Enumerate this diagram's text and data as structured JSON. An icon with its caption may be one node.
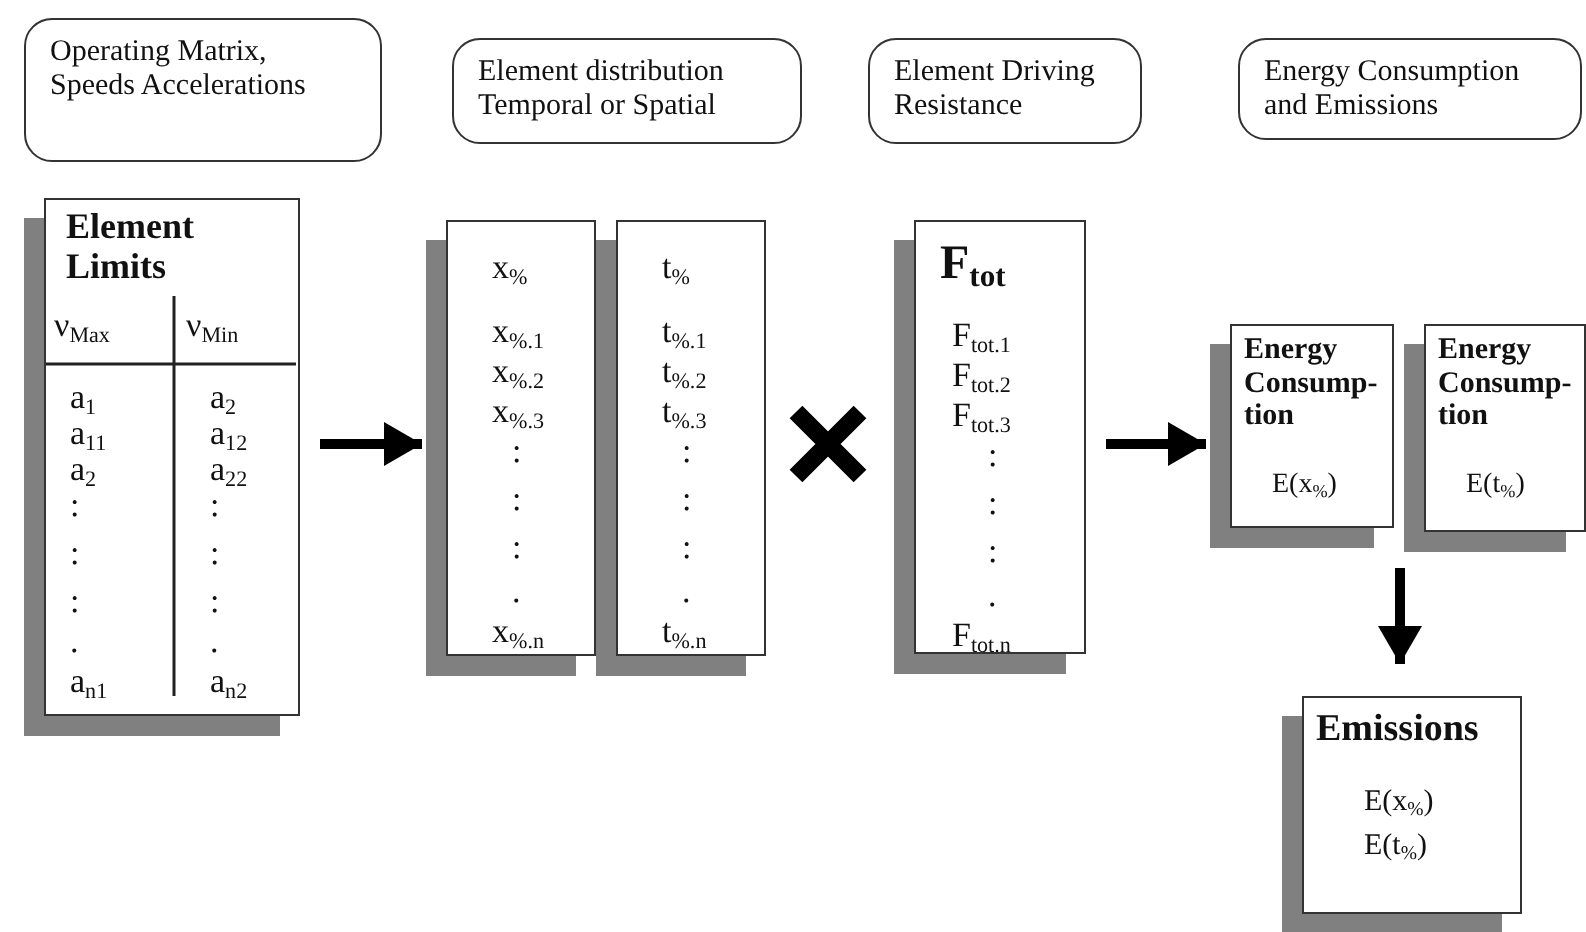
{
  "diagram": {
    "nodes": [
      {
        "text": [
          "Operating Matrix, Speeds Accelerations"
        ]
      },
      {
        "text": [
          "Element distribution Temporal or Spatial"
        ]
      },
      {
        "text": [
          "Element Driving Resistance"
        ]
      },
      {
        "text": [
          "Energy Consumption and Emissions"
        ]
      },
      {
        "text": [
          "Element Limits",
          "ν$_{Max}$",
          "ν$_{Min}$",
          "a$_{1}$",
          "a$_{2}$",
          "a$_{11}$",
          "a$_{12}$",
          "a$_{2}$",
          "a$_{22}$",
          ":",
          ":",
          ":",
          ":",
          ":",
          ":",
          ".",
          ".",
          "a$_{n1}$",
          "a$_{n2}$"
        ]
      },
      {
        "text": [
          "x$_{%}$",
          "x$_{%.1}$",
          "x$_{%.2}$",
          "x$_{%.3}$",
          ":",
          ":",
          ":",
          ".",
          "x$_{%.n}$"
        ]
      },
      {
        "text": [
          "t$_{%}$",
          "t$_{%.1}$",
          "t$_{%.2}$",
          "t$_{%.3}$",
          ":",
          ":",
          ":",
          ".",
          "t$_{%.n}$"
        ]
      },
      {
        "text": [
          "F$_{tot}$",
          "F$_{tot.1}$",
          "F$_{tot.2}$",
          "F$_{tot.3}$",
          ":",
          ":",
          ":",
          ".",
          "F$_{tot.n}$"
        ]
      },
      {
        "text": [
          "Energy Consump- tion",
          "E(x$_{%}$)"
        ]
      },
      {
        "text": [
          "Energy Consump- tion",
          "E(t$_{%}$)"
        ]
      },
      {
        "text": [
          "Emissions",
          "E(x$_{%}$)",
          "E(t$_{%}$)"
        ]
      }
    ],
    "edges": [
      {
        "from": 4,
        "to": 5,
        "arrow": "to"
      },
      {
        "from": 7,
        "to": 8,
        "arrow": "to"
      },
      {
        "from": 9,
        "to": 10,
        "arrow": "to"
      }
    ]
  }
}
